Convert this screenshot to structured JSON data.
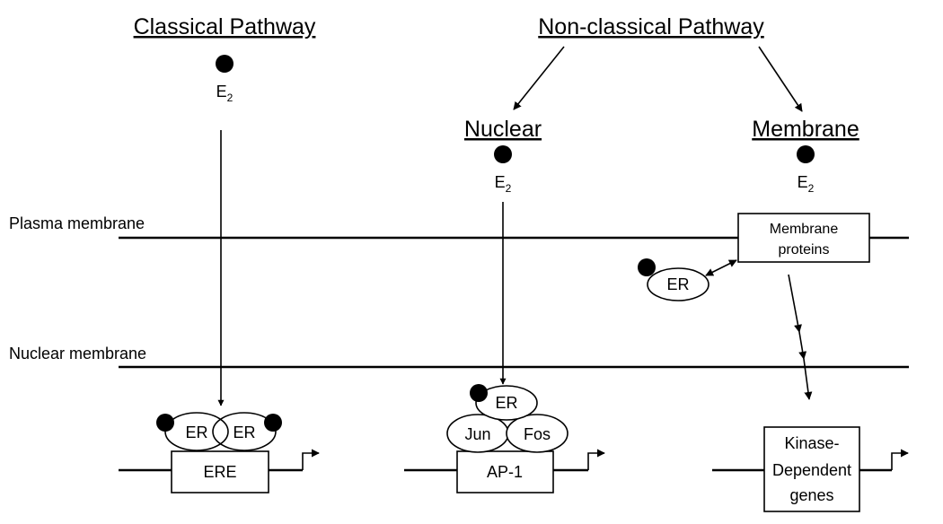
{
  "headers": {
    "classical": "Classical Pathway",
    "non_classical": "Non-classical Pathway",
    "nuclear": "Nuclear",
    "membrane": "Membrane"
  },
  "ligand": {
    "base": "E",
    "sub": "2"
  },
  "membranes": {
    "plasma": "Plasma membrane",
    "nuclear": "Nuclear membrane"
  },
  "labels": {
    "er": "ER",
    "ere": "ERE",
    "ap1": "AP-1",
    "jun": "Jun",
    "fos": "Fos",
    "membrane_proteins_1": "Membrane",
    "membrane_proteins_2": "proteins",
    "kinase_1": "Kinase-",
    "kinase_2": "Dependent",
    "kinase_3": "genes"
  }
}
